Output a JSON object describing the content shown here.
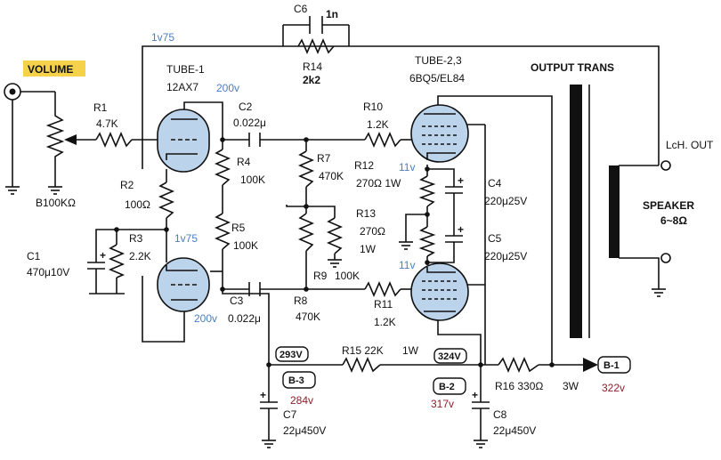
{
  "labels": {
    "volume": "VOLUME",
    "tube1_name": "TUBE-1",
    "tube1_type": "12AX7",
    "tube23_name": "TUBE-2,3",
    "tube23_type": "6BQ5/EL84",
    "output_trans": "OUTPUT TRANS",
    "lch_out": "LcH. OUT",
    "speaker": "SPEAKER",
    "speaker_imp": "6~8Ω",
    "vol_pot": "B100KΩ",
    "c6": "C6",
    "c6_val": "1n",
    "r14": "R14",
    "r14_val": "2k2",
    "r1": "R1",
    "r1_val": "4.7K",
    "r2": "R2",
    "r2_val": "100Ω",
    "r3": "R3",
    "r3_val": "2.2K",
    "c1": "C1",
    "c1_val": "470μ10V",
    "c2": "C2",
    "c2_val": "0.022μ",
    "c3": "C3",
    "c3_val": "0.022μ",
    "r4": "R4",
    "r4_val": "100K",
    "r5": "R5",
    "r5_val": "100K",
    "r7": "R7",
    "r7_val": "470K",
    "r8": "R8",
    "r8_val": "470K",
    "r9": "R9",
    "r9_val": "100K",
    "r10": "R10",
    "r10_val": "1.2K",
    "r11": "R11",
    "r11_val": "1.2K",
    "r12": "R12",
    "r12_val": "270Ω 1W",
    "r13": "R13",
    "r13_val": "270Ω",
    "r13_w": "1W",
    "c4": "C4",
    "c4_val": "220μ25V",
    "c5": "C5",
    "c5_val": "220μ25V",
    "r15": "R15 22K",
    "r15_w": "1W",
    "r16": "R16 330Ω",
    "r16_w": "3W",
    "c7": "C7",
    "c7_val": "22μ450V",
    "c8": "C8",
    "c8_val": "22μ450V",
    "b1": "B-1",
    "b2": "B-2",
    "b3": "B-3",
    "v293": "293V",
    "v324": "324V"
  },
  "annotations": {
    "v1_75_top": "1v75",
    "v1_75_mid": "1v75",
    "v200_top": "200v",
    "v200_bot": "200v",
    "v11_top": "11v",
    "v11_bot": "11v",
    "v284": "284v",
    "v317": "317v",
    "v322": "322v"
  },
  "colors": {
    "tube_fill": "#bcd3ec",
    "volume_tag": "#f5d24a",
    "annot_blue": "#4a7fc0",
    "annot_red": "#8a1f2b"
  }
}
